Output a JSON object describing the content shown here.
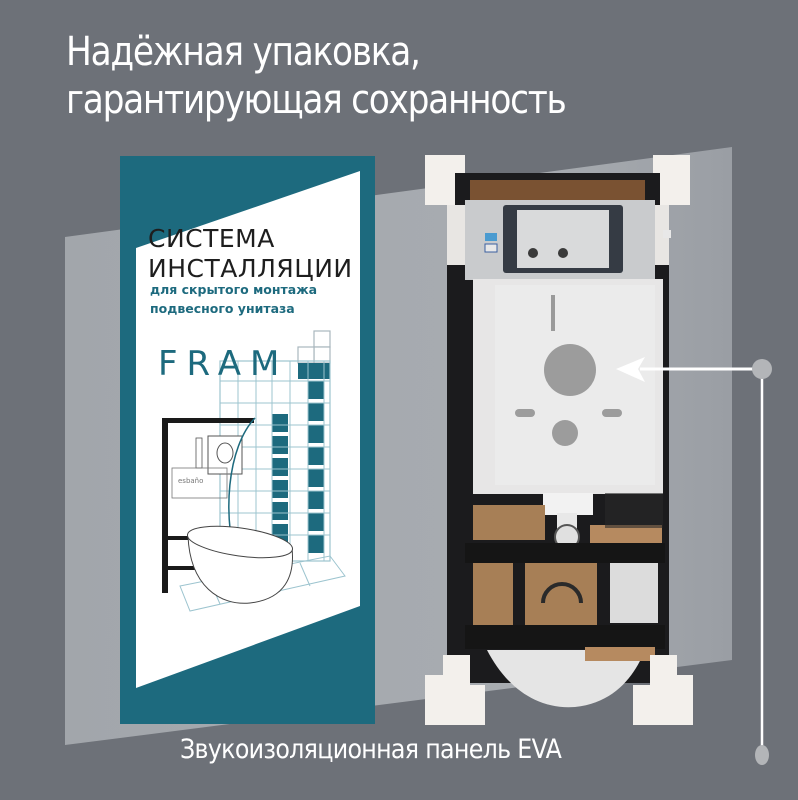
{
  "headline": {
    "line1": "Надёжная упаковка,",
    "line2": "гарантирующая сохранность"
  },
  "package_box": {
    "title_line1": "СИСТЕМА",
    "title_line2": "ИНСТАЛЛЯЦИИ",
    "subtitle_line1": "для скрытого монтажа",
    "subtitle_line2": "подвесного унитаза",
    "brand": "FRAM",
    "illustration_label": "esbaño"
  },
  "product_photo": {
    "description": "installation frame packed with foam corner protectors"
  },
  "callout": {
    "caption": "Звукоизоляционная панель EVA",
    "icon": "arrow-left-icon"
  },
  "colors": {
    "background": "#6d7178",
    "band": "#a4a8ad",
    "brand_teal": "#1d6a7e",
    "text": "#ffffff"
  }
}
